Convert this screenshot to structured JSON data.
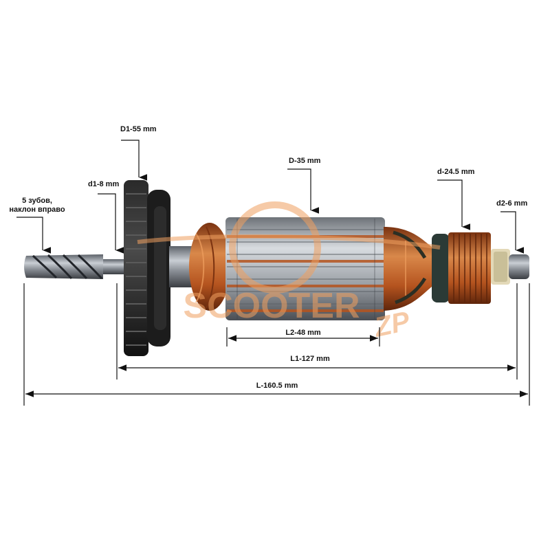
{
  "labels": {
    "d1_55": "D1-55 mm",
    "d1_8": "d1-8 mm",
    "teeth_line1": "5 зубов,",
    "teeth_line2": "наклон вправо",
    "d_35": "D-35 mm",
    "d_24_5": "d-24.5 mm",
    "d2_6": "d2-6 mm",
    "l2_48": "L2-48 mm",
    "l1_127": "L1-127 mm",
    "l_160_5": "L-160.5 mm"
  },
  "watermark": {
    "word": "SCOOTER",
    "suffix": "ZP"
  },
  "colors": {
    "steel": "#8a8f96",
    "steel_dark": "#3a3d42",
    "copper": "#b5541f",
    "copper_light": "#d9884a",
    "fan": "#1a1a1a",
    "watermark": "#f0a060",
    "line": "#111111"
  }
}
